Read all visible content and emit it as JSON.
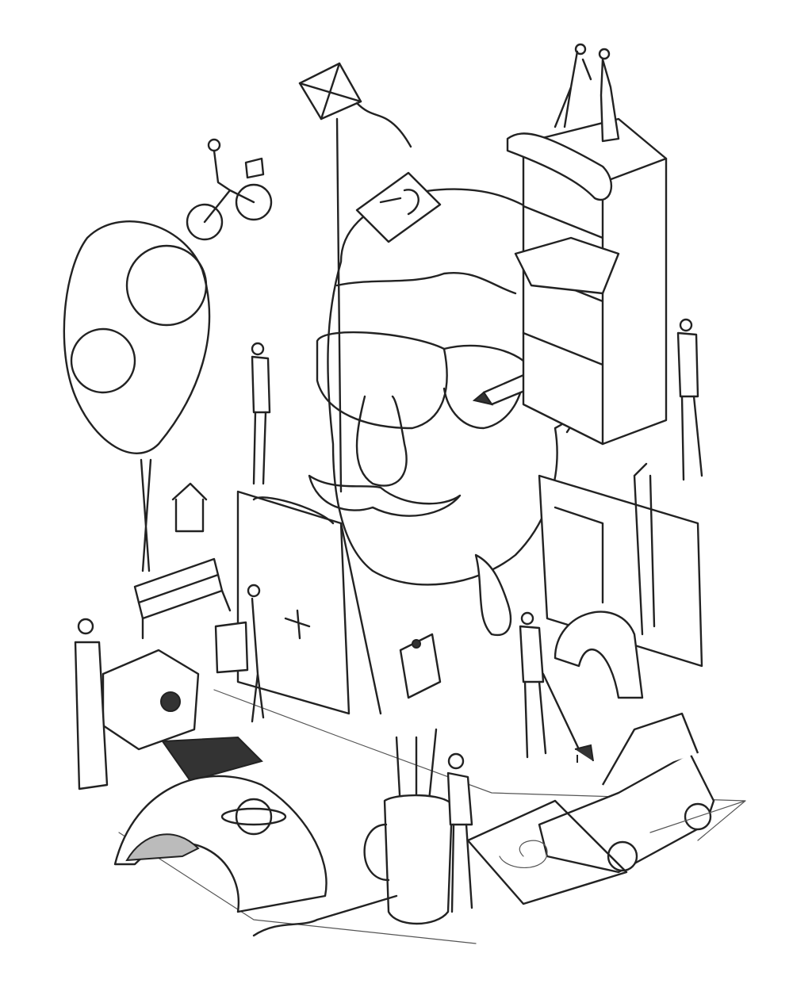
{
  "artwork": {
    "style": "pencil sketch",
    "colors": {
      "line": "#222222",
      "paper": "#ffffff",
      "shade": "#333333"
    },
    "subjects": [
      "giant-head-with-glasses-and-mustache",
      "kite",
      "cyclist",
      "tree",
      "park-bench",
      "house",
      "easel-canvas",
      "filing-cabinet",
      "paper-scroll",
      "pencil",
      "projector",
      "tunnel-with-planets",
      "pencil-cup",
      "car",
      "arch",
      "painting-with-giraffe",
      "sharpener",
      "dog",
      "small-figures"
    ]
  }
}
